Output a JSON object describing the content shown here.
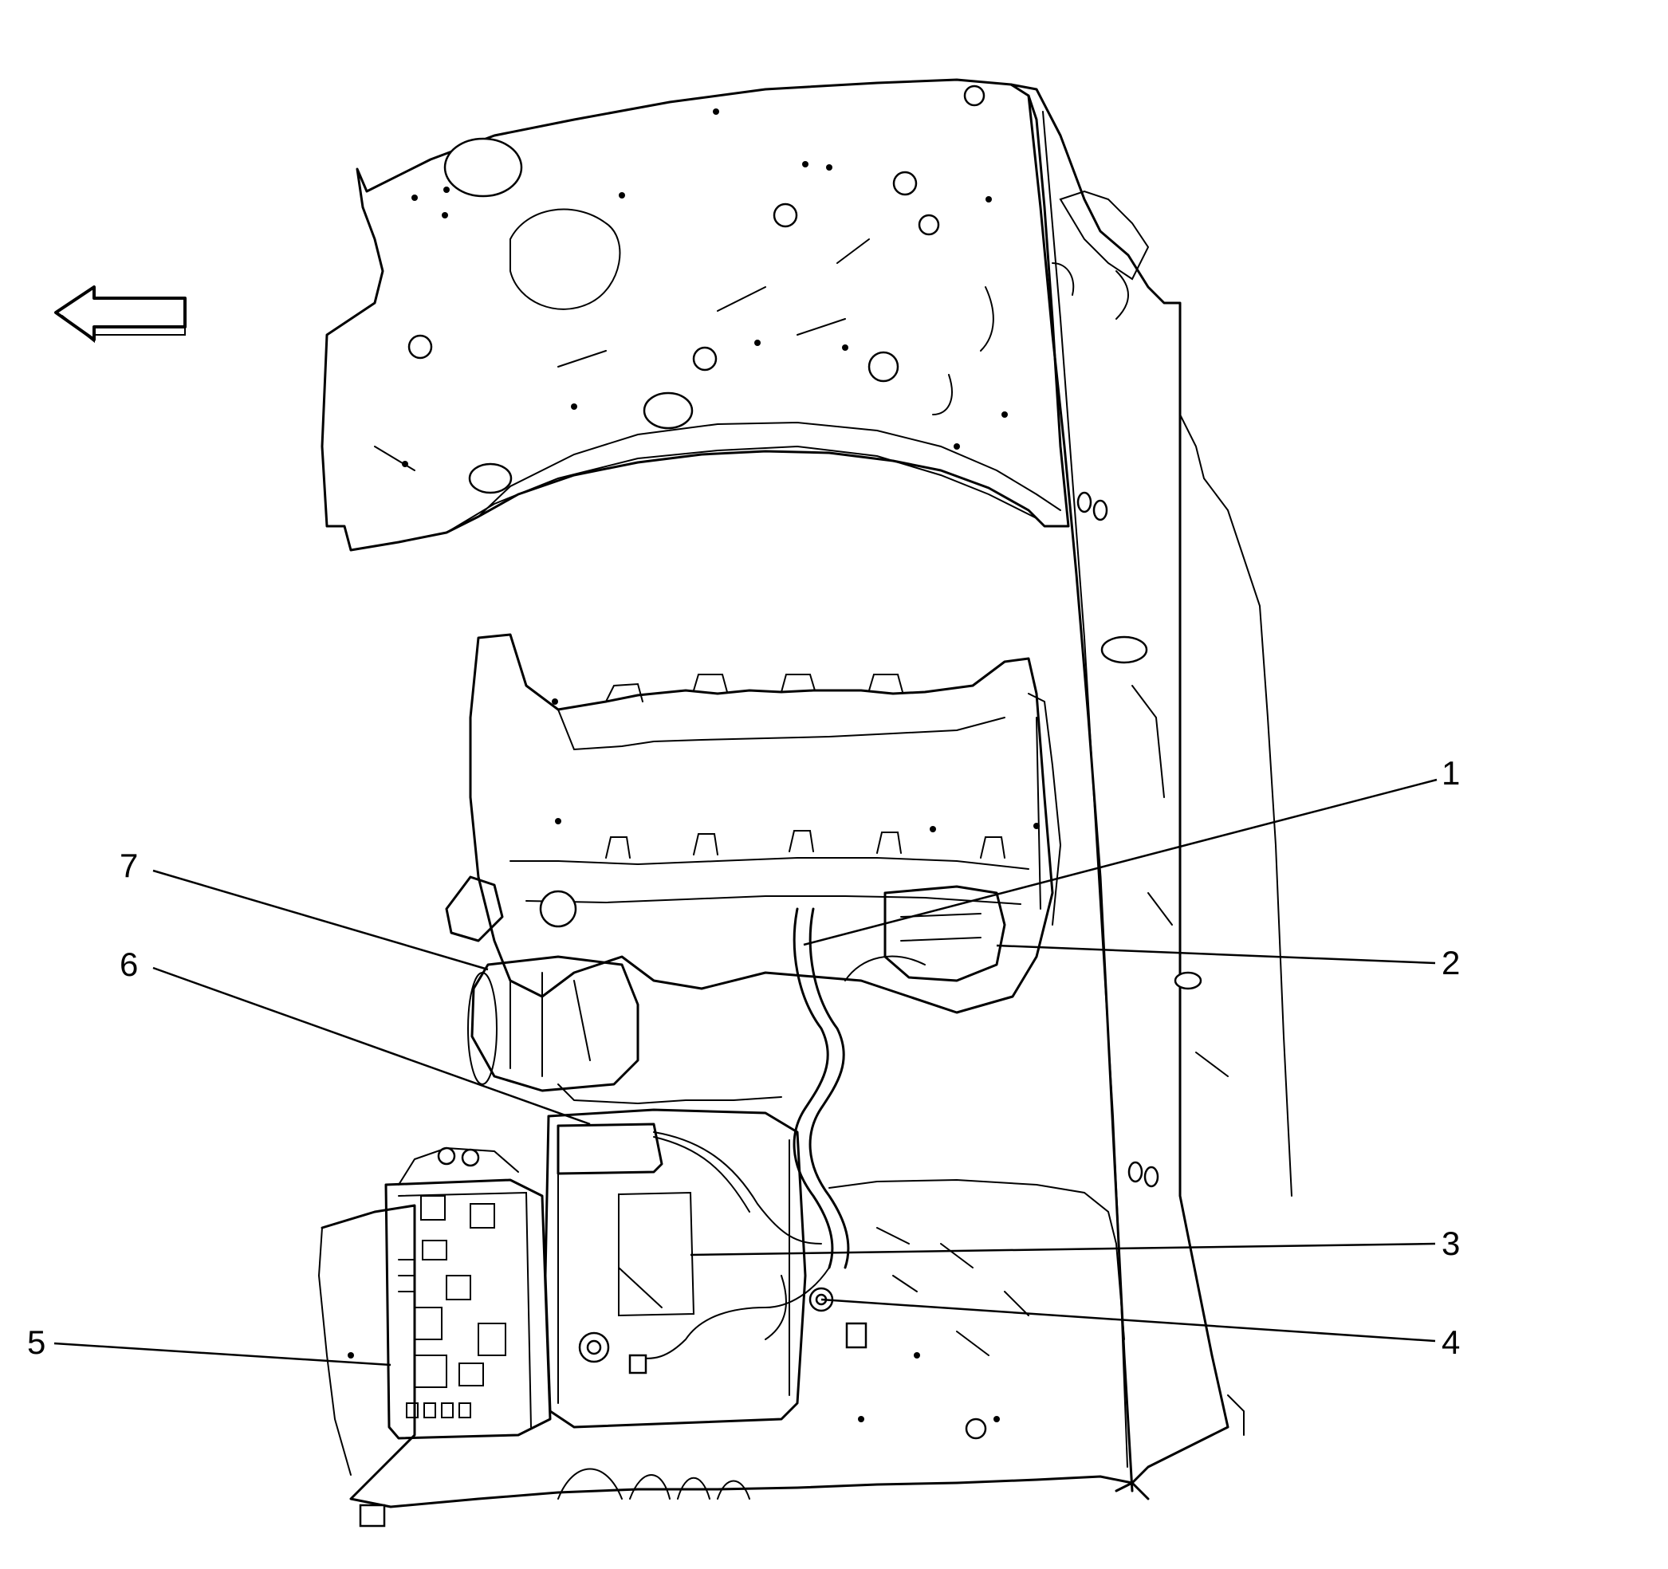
{
  "diagram": {
    "direction_arrow": {
      "icon": "arrow-left-icon",
      "meaning": "front"
    },
    "callouts": [
      {
        "id": "1",
        "label": "1"
      },
      {
        "id": "2",
        "label": "2"
      },
      {
        "id": "3",
        "label": "3"
      },
      {
        "id": "4",
        "label": "4"
      },
      {
        "id": "5",
        "label": "5"
      },
      {
        "id": "6",
        "label": "6"
      },
      {
        "id": "7",
        "label": "7"
      }
    ]
  }
}
